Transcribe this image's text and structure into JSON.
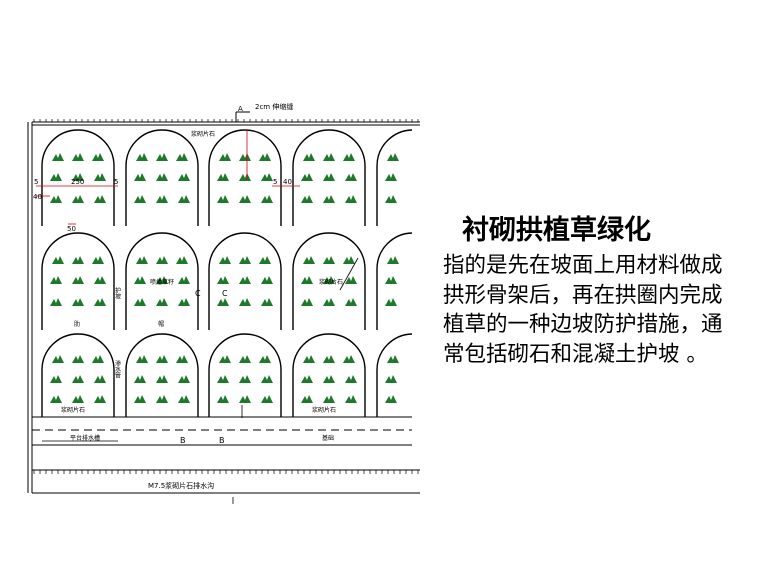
{
  "title": "衬砌拱植草绿化",
  "description": "指的是先在坡面上用材料做成拱形骨架后，再在拱圈内完成植草的一种边坡防护措施，通常包括砌石和混凝土护坡 。",
  "drawing": {
    "top_callout": "2cm 伸缩缝",
    "section_mark": "A",
    "top_label": "浆砌片石",
    "dim_250": "250",
    "dim_5": "5",
    "dim_40": "40",
    "dim_vertical": "50",
    "label_platform_drain": "平台排水槽",
    "label_stone_left": "浆砌片石",
    "label_stone_right": "浆砌片石",
    "label_grass": "喷播草籽",
    "label_stone_pile": "浆砌片石",
    "label_drain": "渗水管",
    "label_base": "基础",
    "label_C1": "C",
    "label_C2": "C",
    "label_B1": "B",
    "label_B2": "B",
    "bottom_label": "M7.5浆砌片石排水沟",
    "label_side": "护坡",
    "label_rib": "肋",
    "label_cap": "帽"
  },
  "colors": {
    "grass": "#1e7a2a",
    "dimension": "#d9000d",
    "line": "#000000"
  }
}
